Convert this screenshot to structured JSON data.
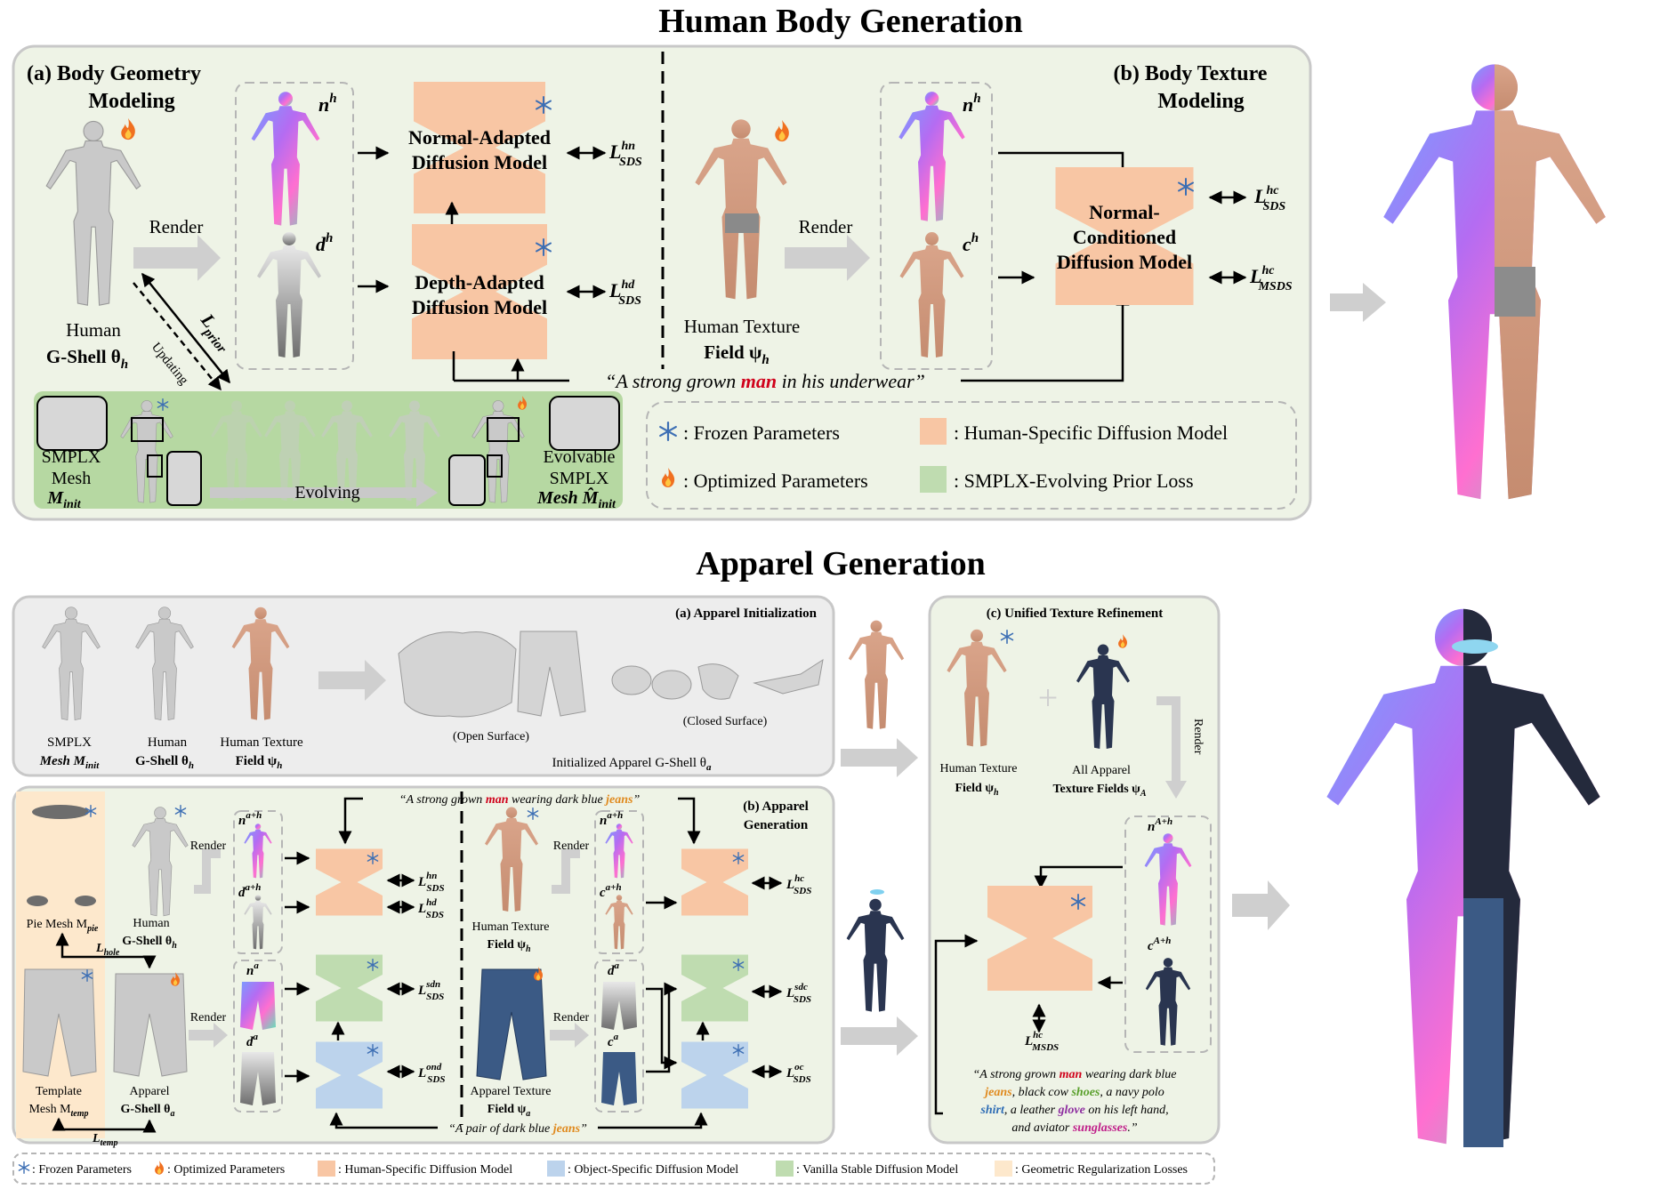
{
  "titles": {
    "human": "Human Body Generation",
    "apparel": "Apparel Generation"
  },
  "body": {
    "geometry_title_1": "(a) Body Geometry",
    "geometry_title_2": "Modeling",
    "texture_title_1": "(b) Body Texture",
    "texture_title_2": "Modeling",
    "render_1": "Render",
    "render_2": "Render",
    "human_gshell_1": "Human",
    "human_gshell_2": "G-Shell θ",
    "human_gshell_sub": "h",
    "texture_field_1": "Human Texture",
    "texture_field_2": "Field ψ",
    "texture_field_sub": "h",
    "nh": "n",
    "nh_sup": "h",
    "dh": "d",
    "dh_sup": "h",
    "ch": "c",
    "ch_sup": "h",
    "normal_model_1": "Normal-Adapted",
    "normal_model_2": "Diffusion Model",
    "depth_model_1": "Depth-Adapted",
    "depth_model_2": "Diffusion Model",
    "nc_model_1": "Normal-",
    "nc_model_2": "Conditioned",
    "nc_model_3": "Diffusion Model",
    "loss_L": "L",
    "loss_hn_sup": "hn",
    "loss_hd_sup": "hd",
    "loss_hc_sup": "hc",
    "loss_sds_sub": "SDS",
    "loss_msds_sub": "MSDS",
    "prior": "L",
    "prior_sub": "prior",
    "updating": "Updating",
    "prompt_1": "“A strong grown ",
    "prompt_man": "man",
    "prompt_2": " in his underwear”",
    "smplx_1": "SMPLX",
    "smplx_2": "Mesh",
    "smplx_3": "M",
    "smplx_3_sub": "init",
    "evolving": "Evolving",
    "evol_1": "Evolvable",
    "evol_2": "SMPLX",
    "evol_3": "Mesh M̂",
    "evol_3_sub": "init",
    "legend_frozen": ": Frozen Parameters",
    "legend_optimized": ": Optimized Parameters",
    "legend_human_model": ": Human-Specific Diffusion Model",
    "legend_prior": ": SMPLX-Evolving Prior Loss"
  },
  "apparel": {
    "init_title": "(a) Apparel Initialization",
    "smplx_1": "SMPLX",
    "smplx_2": "Mesh M",
    "smplx_2_sub": "init",
    "human_1": "Human",
    "human_2": "G-Shell θ",
    "human_2_sub": "h",
    "texture_1": "Human Texture",
    "texture_2": "Field ψ",
    "texture_2_sub": "h",
    "open_surface": "(Open Surface)",
    "closed_surface": "(Closed Surface)",
    "init_gshell": "Initialized Apparel G-Shell θ",
    "init_gshell_sub": "a",
    "gen_title_1": "(b) Apparel",
    "gen_title_2": "Generation",
    "prompt_top_1": "“A strong grown ",
    "prompt_top_man": "man",
    "prompt_top_2": " wearing dark blue ",
    "prompt_top_jeans": "jeans",
    "prompt_top_3": "”",
    "prompt_bottom_1": "“A pair of dark blue ",
    "prompt_bottom_jeans": "jeans",
    "prompt_bottom_2": "”",
    "render": "Render",
    "human_gshell_1": "Human",
    "human_gshell_2": "G-Shell θ",
    "human_gshell_sub": "h",
    "pie_mesh": "Pie Mesh M",
    "pie_mesh_sub": "pie",
    "l_hole": "L",
    "l_hole_sub": "hole",
    "template_1": "Template",
    "template_2": "Mesh M",
    "template_2_sub": "temp",
    "l_temp": "L",
    "l_temp_sub": "temp",
    "apparel_gshell_1": "Apparel",
    "apparel_gshell_2": "G-Shell θ",
    "apparel_gshell_sub": "a",
    "ht_field_1": "Human Texture",
    "ht_field_2": "Field ψ",
    "ht_field_sub": "h",
    "at_field_1": "Apparel Texture",
    "at_field_2": "Field ψ",
    "at_field_sub": "a",
    "n_ah": "n",
    "n_ah_sup": "a+h",
    "d_ah": "d",
    "d_ah_sup": "a+h",
    "n_a": "n",
    "n_a_sup": "a",
    "d_a": "d",
    "d_a_sup": "a",
    "c_ah": "c",
    "c_ah_sup": "a+h",
    "c_a": "c",
    "c_a_sup": "a",
    "loss_hn": "hn",
    "loss_hd": "hd",
    "loss_sdn": "sdn",
    "loss_ond": "ond",
    "loss_hc": "hc",
    "loss_sdc": "sdc",
    "loss_oc": "oc",
    "sds": "SDS",
    "unified_title": "(c) Unified Texture Refinement",
    "uh_field_1": "Human Texture",
    "uh_field_2": "Field ψ",
    "uh_field_sub": "h",
    "all_app_1": "All Apparel",
    "all_app_2": "Texture Fields ψ",
    "all_app_sub": "A",
    "render_v": "Render",
    "n_Ah": "n",
    "n_Ah_sup": "A+h",
    "c_Ah": "c",
    "c_Ah_sup": "A+h",
    "msds": "MSDS",
    "final_p1_a": "“A strong grown ",
    "final_man": "man",
    "final_p1_b": " wearing dark blue",
    "final_jeans": "jeans",
    "final_p2_a": ", black cow ",
    "final_shoes": "shoes",
    "final_p2_b": ", a navy polo",
    "final_shirt": "shirt",
    "final_p3_a": ", a leather ",
    "final_glove": "glove",
    "final_p3_b": " on his left hand,",
    "final_p4_a": "and aviator ",
    "final_sunglasses": "sunglasses",
    "final_p4_b": ".”"
  },
  "legend": {
    "frozen": ": Frozen Parameters",
    "optimized": ": Optimized Parameters",
    "human": ": Human-Specific Diffusion Model",
    "object": ": Object-Specific Diffusion Model",
    "vanilla": ": Vanilla Stable Diffusion Model",
    "geometric": ": Geometric Regularization Losses"
  },
  "colors": {
    "panel_bg": "#eef3e6",
    "panel_border": "#c8c8c8",
    "human_model": "#f8c6a4",
    "object_model": "#bcd3ec",
    "vanilla_model": "#bfdcb0",
    "geo_reg": "#fde8cc",
    "green_strip": "#b6d8a2",
    "red": "#d0021b",
    "orange": "#e08a1e",
    "green": "#5aa02c",
    "blue": "#2f6db5",
    "purple": "#8e2fa0",
    "magenta": "#c0208a",
    "snow": "#3d6fb4",
    "flame": "#f07020"
  }
}
